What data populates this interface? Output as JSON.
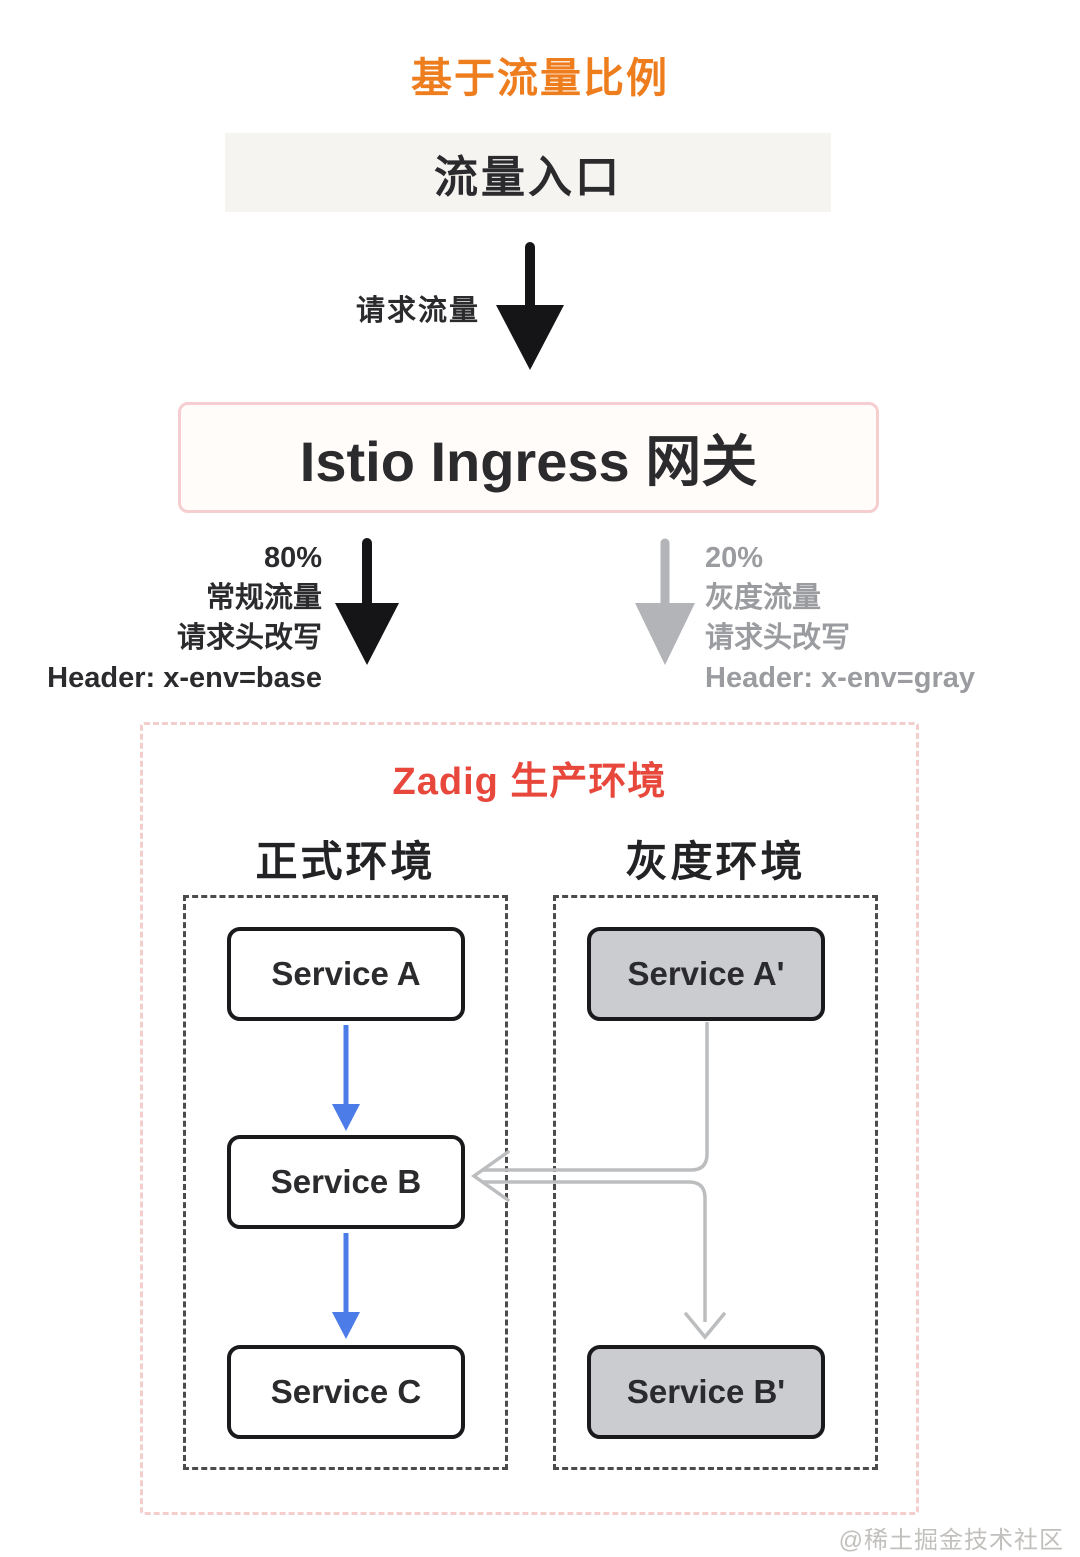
{
  "title": "基于流量比例",
  "entry_box": {
    "label": "流量入口"
  },
  "request_arrow": {
    "label": "请求流量"
  },
  "gateway_box": {
    "label": "Istio Ingress 网关"
  },
  "base_branch": {
    "lines": [
      "80%",
      "常规流量",
      "请求头改写",
      "Header: x-env=base"
    ]
  },
  "gray_branch": {
    "lines": [
      "20%",
      "灰度流量",
      "请求头改写",
      "Header: x-env=gray"
    ]
  },
  "production": {
    "title": "Zadig 生产环境",
    "formal_env": {
      "title": "正式环境",
      "services": [
        "Service A",
        "Service B",
        "Service C"
      ]
    },
    "gray_env": {
      "title": "灰度环境",
      "services": [
        "Service A'",
        "Service B'"
      ]
    }
  },
  "watermark": "@稀土掘金技术社区",
  "colors": {
    "title_orange": "#ee7d1e",
    "zadig_red": "#e8473c",
    "blue_arrow": "#4b7ce8",
    "gray_arrow": "#b3b4b7",
    "gray_label_text": "#9b9ca0",
    "dark_text": "#2b2b2e",
    "gateway_border_pink": "#f6ced0",
    "prod_border_pink": "#f3cecc",
    "env_border_gray": "#4b4b4b",
    "gray_service_fill": "#cbccd0",
    "entry_box_fill": "#f6f4f1"
  }
}
